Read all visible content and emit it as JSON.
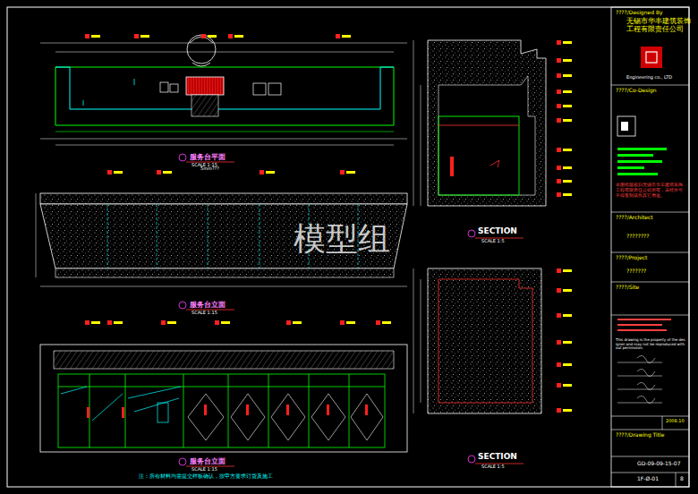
{
  "diagram": {
    "labels": [
      "服务台平面",
      "SCALE 1:15",
      "服务台立面",
      "SCALE 1:15",
      "服务台立面",
      "SCALE 1:15",
      "SECTION",
      "SCALE 1:5",
      "SECTION",
      "SCALE 1:5",
      "模型组",
      "????/Designed By",
      "无锡市华丰建筑装饰工程有限责任公司",
      "Engineering co., LTD",
      "????/Co-Design",
      "????/Architect",
      "????????",
      "????/Project",
      "???????",
      "????/Site",
      "????/Drawing Title",
      "GD-09-09-15-07",
      "1F-Ø-01",
      "2008.10",
      "8",
      "注：所有材料均需提交样板确认，按甲方要求订货及施工",
      "5mm???",
      "本图纸版权归无锡市华丰建筑装饰工程有限责任公司所有，未经许可不得复制或作其它用途。",
      "This drawing is the property of the designer and may not be reproduced without permission."
    ]
  }
}
